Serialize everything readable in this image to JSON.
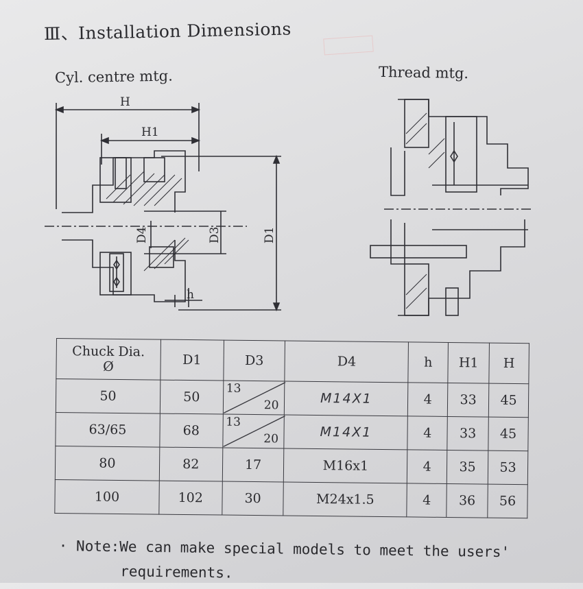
{
  "document": {
    "section_title": "Ⅲ、Installation Dimensions",
    "stamp_text": "",
    "left_caption": "Cyl. centre mtg.",
    "right_caption": "Thread mtg.",
    "left_diagram_labels": {
      "H": "H",
      "H1": "H1",
      "D4": "D4",
      "D3": "D3",
      "D1": "D1",
      "h": "h"
    }
  },
  "table": {
    "headers": {
      "chuck_dia_line1": "Chuck Dia.",
      "chuck_dia_line2": "Ø",
      "d1": "D1",
      "d3": "D3",
      "d4": "D4",
      "h": "h",
      "h1": "H1",
      "H": "H"
    },
    "rows": [
      {
        "chuck": "50",
        "d1": "50",
        "d3_a": "13",
        "d3_b": "20",
        "d4": "M14X1",
        "h": "4",
        "h1": "33",
        "H": "45"
      },
      {
        "chuck": "63/65",
        "d1": "68",
        "d3_a": "13",
        "d3_b": "20",
        "d4": "M14X1",
        "h": "4",
        "h1": "33",
        "H": "45"
      },
      {
        "chuck": "80",
        "d1": "82",
        "d3": "17",
        "d4": "M16x1",
        "h": "4",
        "h1": "35",
        "H": "53"
      },
      {
        "chuck": "100",
        "d1": "102",
        "d3": "30",
        "d4": "M24x1.5",
        "h": "4",
        "h1": "36",
        "H": "56"
      }
    ]
  },
  "note": {
    "line1": "· Note:We can make special models to meet the users'",
    "line2": "requirements."
  }
}
